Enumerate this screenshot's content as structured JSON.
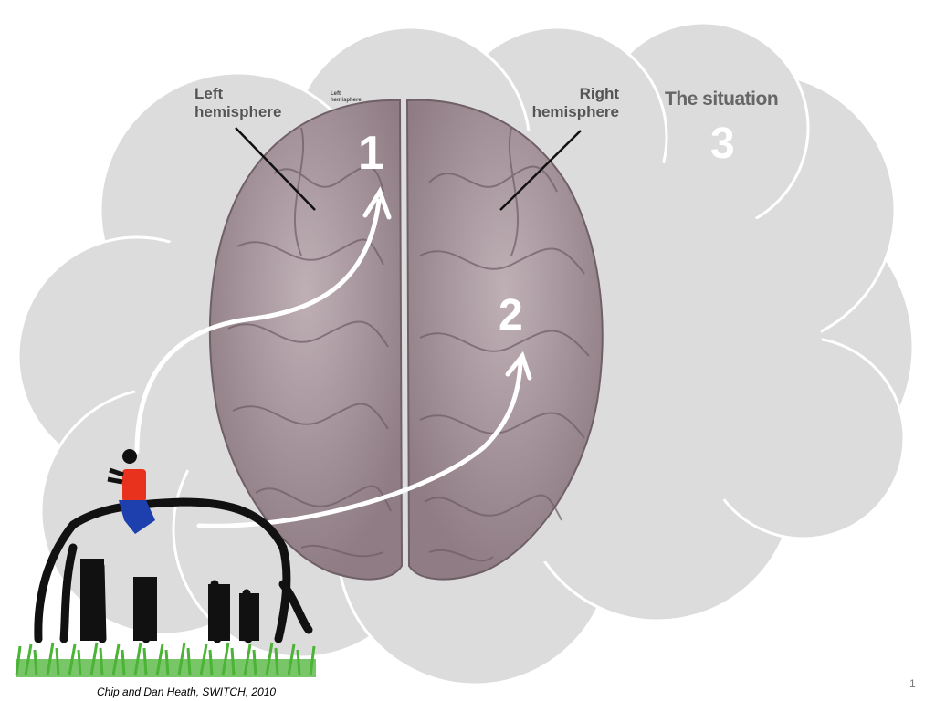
{
  "labels": {
    "left_hemisphere_line1": "Left",
    "left_hemisphere_line2": "hemisphere",
    "left_small_line1": "Left",
    "left_small_line2": "hemisphere",
    "right_hemisphere_line1": "Right",
    "right_hemisphere_line2": "hemisphere",
    "situation": "The situation"
  },
  "numbers": {
    "one": "1",
    "two": "2",
    "three": "3"
  },
  "footer": {
    "credit": "Chip  and Dan Heath, SWITCH, 2010",
    "slide_number": "1"
  },
  "colors": {
    "cloud": "#dcdcdc",
    "cloud_outline": "#ffffff",
    "brain": "#a8949c",
    "arrow": "#ffffff",
    "rider_shirt": "#e8321e",
    "grass": "#4bb336",
    "elephant": "#111111"
  },
  "icons": [
    "brain-illustration",
    "elephant-drawing",
    "rider-figure",
    "curved-arrow"
  ]
}
